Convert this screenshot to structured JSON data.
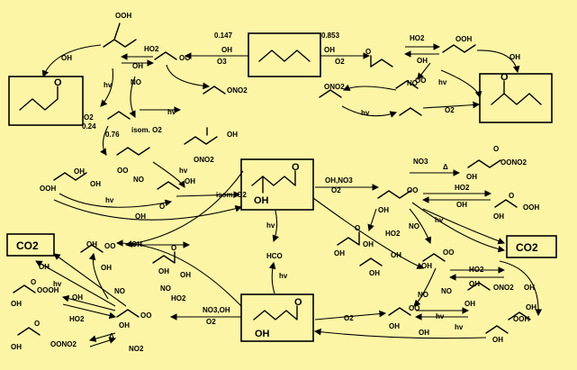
{
  "branching": {
    "left": "0.147",
    "right": "0.853",
    "branch_a": "0.24",
    "branch_b": "0.76"
  },
  "reagents": {
    "oh": "OH",
    "o3": "O3",
    "o2": "O2",
    "ho2": "HO2",
    "hv": "hv",
    "no": "NO",
    "no3": "NO3",
    "delta": "Δ",
    "no2": "NO2",
    "oh_no3": "OH,NO3",
    "no3_oh": "NO3,OH",
    "isom_o2": "isom. O2",
    "hcho": "HCO"
  },
  "groups": {
    "ooh": "OOH",
    "oo": "OO",
    "oh": "OH",
    "o": "O",
    "ono2": "ONO2",
    "oono2": "OONO2",
    "oooh": "OOOH"
  },
  "products": {
    "co2_left": "CO2",
    "co2_right": "CO2"
  },
  "colors": {
    "background": "#fdf5a6",
    "ink": "#000000"
  }
}
